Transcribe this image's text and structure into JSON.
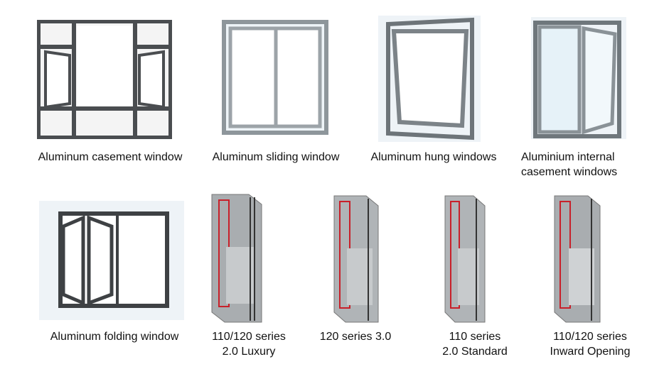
{
  "products": [
    {
      "lines": [
        "Aluminum casement window"
      ]
    },
    {
      "lines": [
        "Aluminum sliding window"
      ]
    },
    {
      "lines": [
        "Aluminum hung windows"
      ]
    },
    {
      "lines": [
        "Aluminium internal",
        "casement windows"
      ]
    },
    {
      "lines": [
        "Aluminum folding window"
      ]
    },
    {
      "lines": [
        "110/120 series",
        "2.0 Luxury"
      ]
    },
    {
      "lines": [
        "120 series 3.0"
      ]
    },
    {
      "lines": [
        "110 series",
        "2.0 Standard"
      ]
    },
    {
      "lines": [
        "110/120 series",
        "Inward Opening"
      ]
    }
  ],
  "colors": {
    "frame": "#4a4d50",
    "light_frame": "#9ca3a8",
    "glass": "#ffffff",
    "seal": "#c8202a",
    "background": "#eef3f7"
  }
}
